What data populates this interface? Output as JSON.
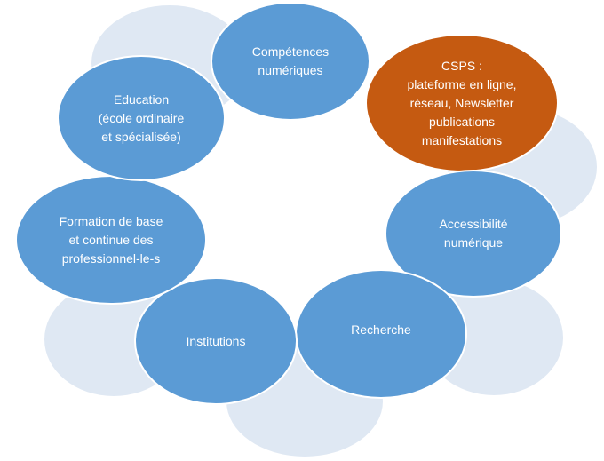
{
  "diagram": {
    "colors": {
      "node_blue": "#5b9bd5",
      "node_orange": "#c55a11",
      "node_outline": "#ffffff",
      "shadow": "#dfe8f3"
    },
    "nodes": [
      {
        "id": "competences",
        "label": "Compétences\nnumériques",
        "color": "#5b9bd5"
      },
      {
        "id": "csps",
        "label": "CSPS :\nplateforme en ligne,\nréseau, Newsletter\npublications\nmanifestations",
        "color": "#c55a11"
      },
      {
        "id": "accessibilite",
        "label": "Accessibilité\nnumérique",
        "color": "#5b9bd5"
      },
      {
        "id": "recherche",
        "label": "Recherche",
        "color": "#5b9bd5"
      },
      {
        "id": "institutions",
        "label": "Institutions",
        "color": "#5b9bd5"
      },
      {
        "id": "formation",
        "label": "Formation de base\net continue des\nprofessionnel-le-s",
        "color": "#5b9bd5"
      },
      {
        "id": "education",
        "label": "Education\n(école ordinaire\net spécialisée)",
        "color": "#5b9bd5"
      }
    ]
  }
}
